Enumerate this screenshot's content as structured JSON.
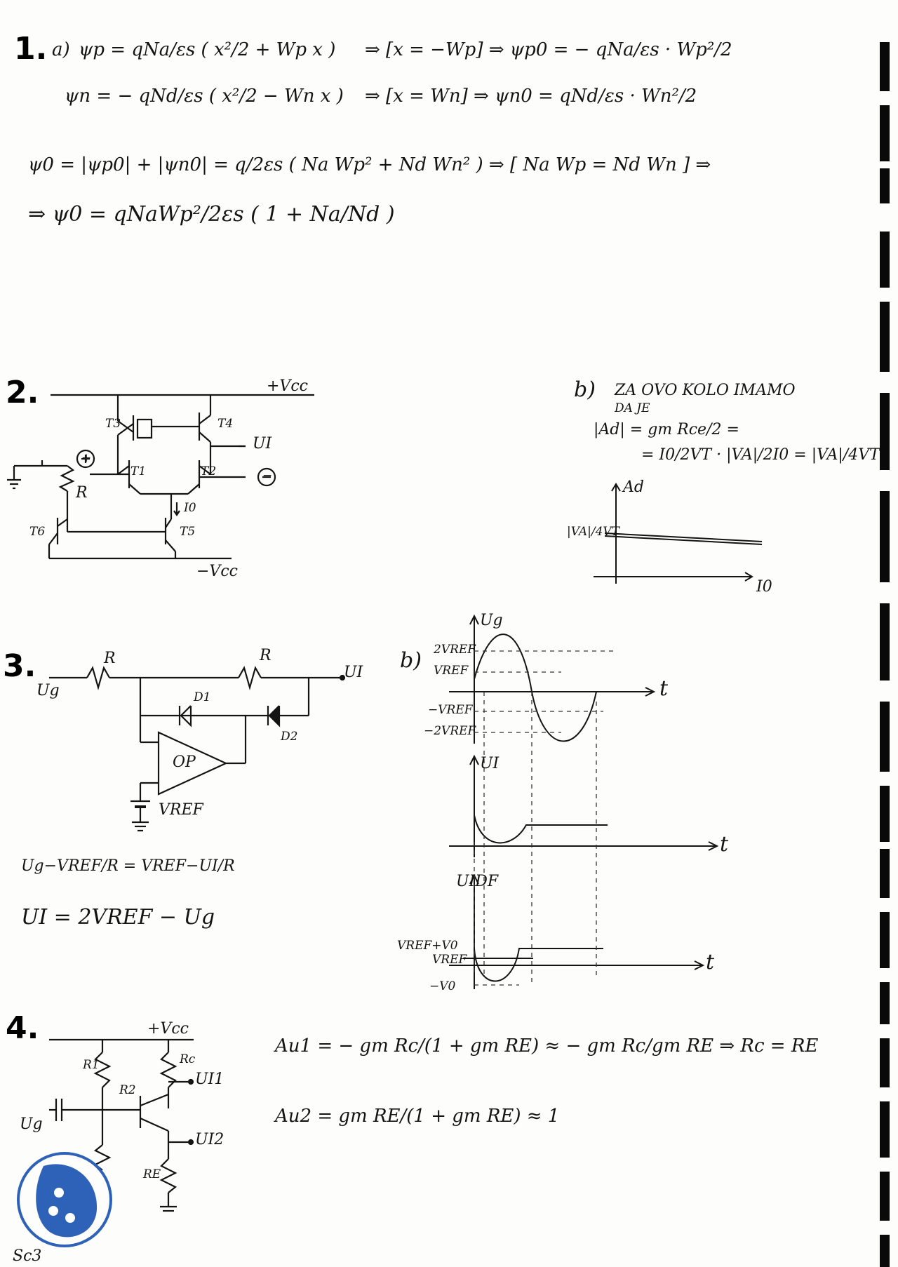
{
  "problem1": {
    "number": "1.",
    "part_a": "a)",
    "eq_psi_p": "ψp = qNa/εs ( x²/2 + Wp x )",
    "eq_psi_p_sub": "⇒ [x = −Wp] ⇒ ψp0 = − qNa/εs · Wp²/2",
    "eq_psi_n": "ψn = − qNd/εs ( x²/2 − Wn x )",
    "eq_psi_n_sub": "⇒ [x = Wn] ⇒ ψn0 = qNd/εs · Wn²/2",
    "eq_psi_0": "ψ0 = |ψp0| + |ψn0| = q/2εs ( Na Wp² + Nd Wn² ) ⇒ [ Na Wp = Nd Wn ] ⇒",
    "eq_result": "⇒ ψ0 = qNaWp²/2εs ( 1 + Na/Nd )"
  },
  "problem2": {
    "number": "2.",
    "vcc_pos": "+Vcc",
    "vcc_neg": "−Vcc",
    "transistors": [
      "T3",
      "T4",
      "T1",
      "T2",
      "T6",
      "T5"
    ],
    "resistor": "R",
    "output": "UI",
    "plus": "+",
    "minus": "−",
    "current": "I0",
    "part_b": "b)",
    "text_line1": "ZA OVO KOLO IMAMO",
    "text_line2": "DA JE",
    "gain_eq1": "|Ad| = gm Rce/2 =",
    "gain_eq2": "= I0/2VT · |VA|/2I0 = |VA|/4VT",
    "axis_y": "Ad",
    "axis_x": "I0",
    "level_label": "|VA|/4VT"
  },
  "problem3": {
    "number": "3.",
    "input": "Ug",
    "output": "UI",
    "resistor": "R",
    "opamp": "OP",
    "vref": "VREF",
    "d1": "D1",
    "d2": "D2",
    "eq1": "Ug−VREF/R = VREF−UI/R",
    "eq2": "UI = 2VREF − Ug",
    "part_b": "b)",
    "plot1_y": "Ug",
    "plot1_ticks": [
      "2VREF",
      "VREF",
      "−VREF",
      "−2VREF"
    ],
    "plot2_y": "UI",
    "plot3_y": "UIDF",
    "plot3_ticks": [
      "VREF+V0",
      "VREF",
      "−V0"
    ],
    "t_label": "t"
  },
  "problem4": {
    "number": "4.",
    "vcc": "+Vcc",
    "r1": "R1",
    "r2": "R2",
    "rc": "Rc",
    "re": "RE",
    "input": "Ug",
    "out1": "UI1",
    "out2": "UI2",
    "eq_a1": "Au1 = − gm Rc/(1 + gm RE) ≈ − gm Rc/gm RE ⇒ Rc = RE",
    "eq_a2": "Au2 = gm RE/(1 + gm RE) ≈ 1"
  },
  "footer": {
    "corner_text": "Sc3"
  },
  "colors": {
    "ink": "#141414",
    "stamp_blue": "#2e62b8",
    "paper": "#fdfdfb"
  }
}
